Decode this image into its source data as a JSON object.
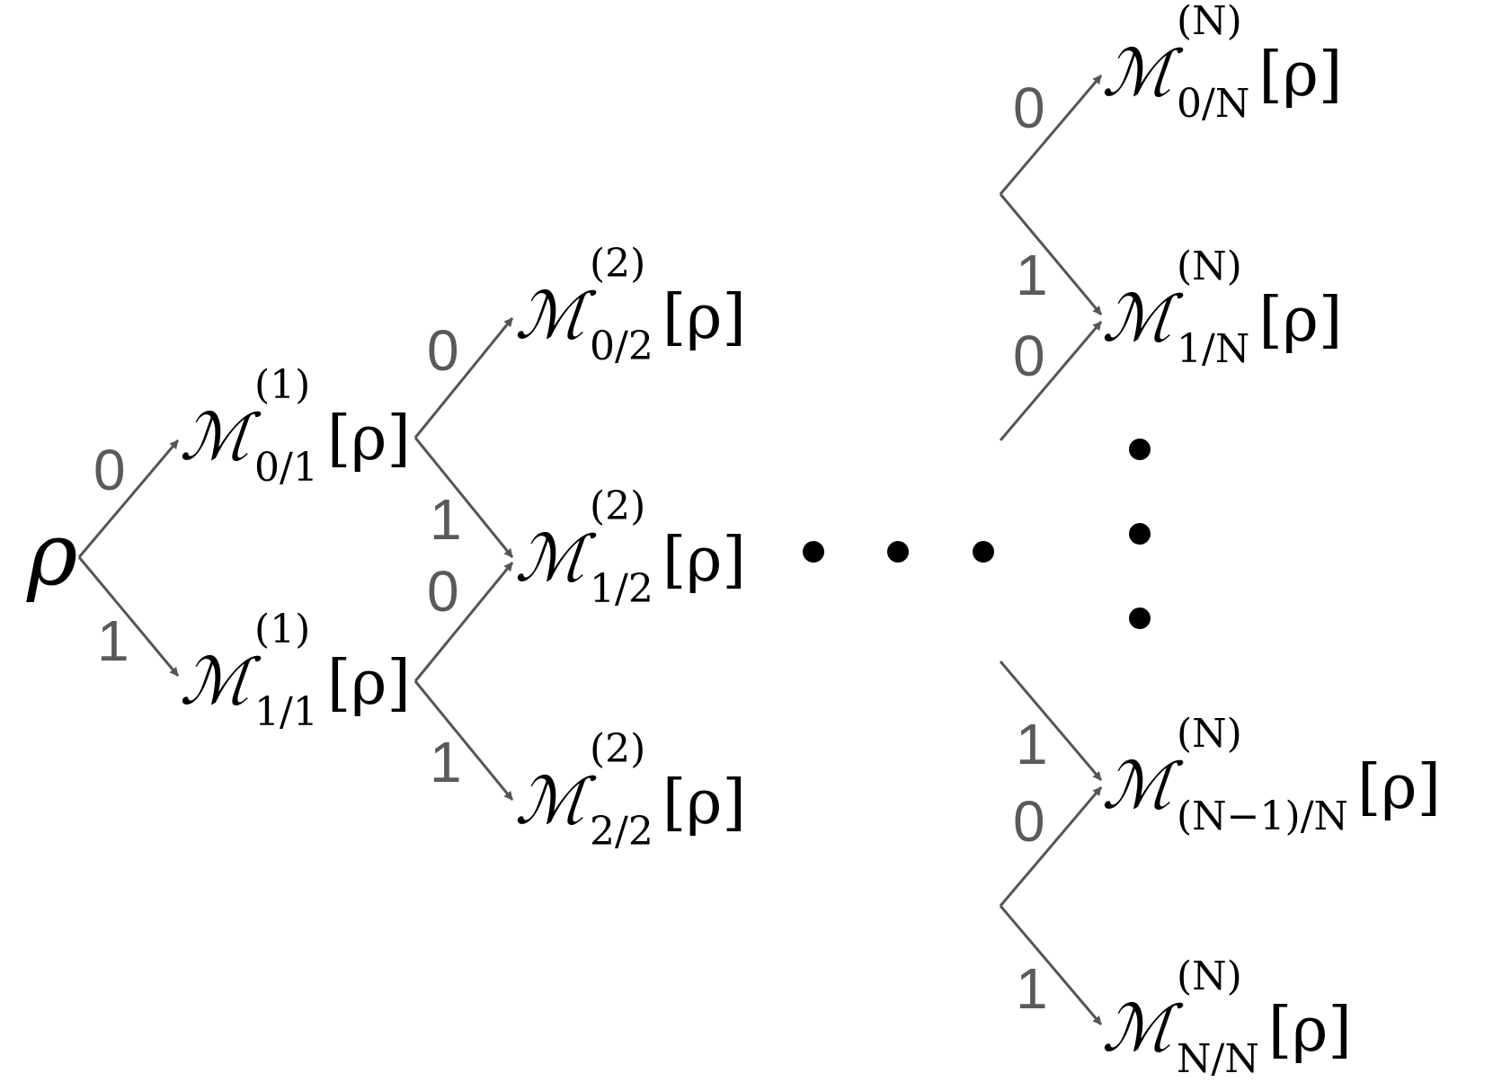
{
  "root_label": "ρ",
  "edge_labels": {
    "zero": "0",
    "one": "1"
  },
  "nodes": [
    {
      "id": "m1-0",
      "symbol": "ℳ",
      "sup": "(1)",
      "sub": "0/1",
      "arg": "[ρ]"
    },
    {
      "id": "m1-1",
      "symbol": "ℳ",
      "sup": "(1)",
      "sub": "1/1",
      "arg": "[ρ]"
    },
    {
      "id": "m2-0",
      "symbol": "ℳ",
      "sup": "(2)",
      "sub": "0/2",
      "arg": "[ρ]"
    },
    {
      "id": "m2-1",
      "symbol": "ℳ",
      "sup": "(2)",
      "sub": "1/2",
      "arg": "[ρ]"
    },
    {
      "id": "m2-2",
      "symbol": "ℳ",
      "sup": "(2)",
      "sub": "2/2",
      "arg": "[ρ]"
    },
    {
      "id": "mN-0",
      "symbol": "ℳ",
      "sup": "(N)",
      "sub": "0/N",
      "arg": "[ρ]"
    },
    {
      "id": "mN-1",
      "symbol": "ℳ",
      "sup": "(N)",
      "sub": "1/N",
      "arg": "[ρ]"
    },
    {
      "id": "mN-N1",
      "symbol": "ℳ",
      "sup": "(N)",
      "sub": "(N−1)/N",
      "arg": "[ρ]"
    },
    {
      "id": "mN-N",
      "symbol": "ℳ",
      "sup": "(N)",
      "sub": "N/N",
      "arg": "[ρ]"
    }
  ],
  "colors": {
    "edge": "#555555",
    "edge_label": "#5a5a5a",
    "node_text": "#000000"
  }
}
